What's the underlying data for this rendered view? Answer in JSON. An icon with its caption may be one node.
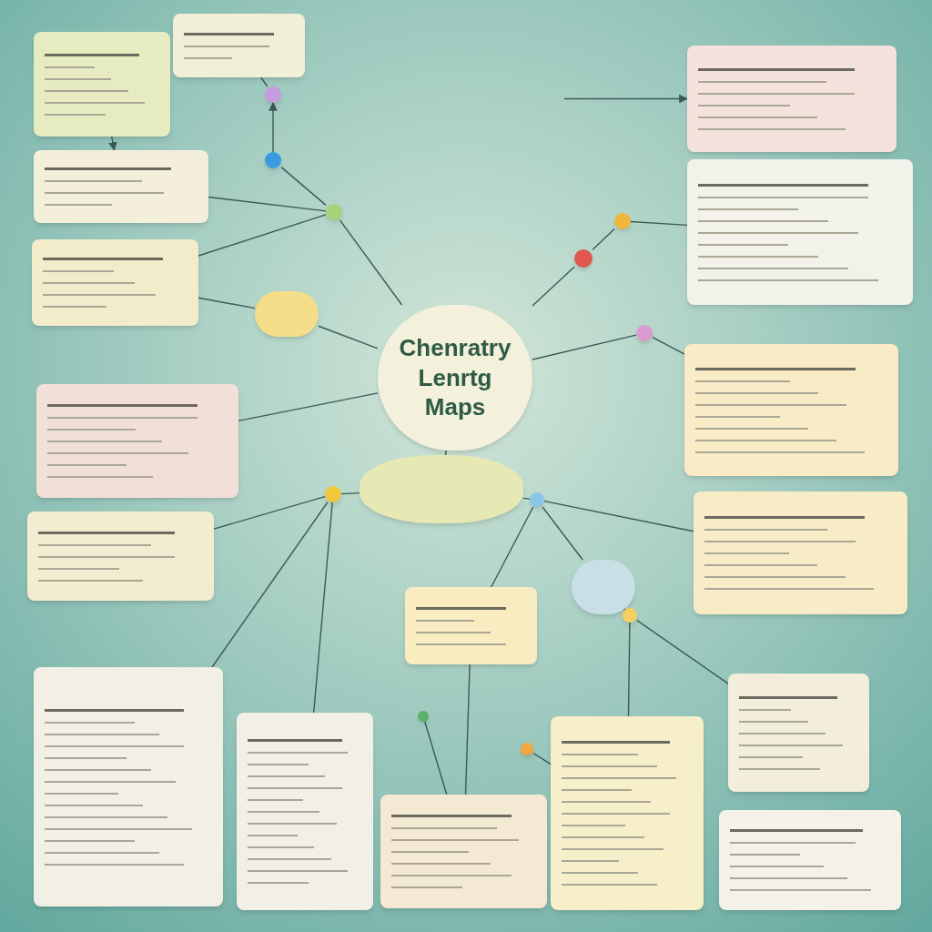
{
  "diagram": {
    "nodes": [
      {
        "text": [
          "Chenratry Lenrtg Maps"
        ]
      },
      {
        "text": [],
        "shape": "box"
      },
      {
        "text": [],
        "shape": "box"
      },
      {
        "text": [],
        "shape": "box"
      },
      {
        "text": [],
        "shape": "box"
      },
      {
        "text": [],
        "shape": "box"
      },
      {
        "text": [],
        "shape": "box"
      },
      {
        "text": [],
        "shape": "box"
      },
      {
        "text": [],
        "shape": "box"
      },
      {
        "text": [],
        "shape": "box"
      },
      {
        "text": [],
        "shape": "box"
      },
      {
        "text": [],
        "shape": "box"
      },
      {
        "text": [],
        "shape": "box"
      },
      {
        "text": [],
        "shape": "box"
      },
      {
        "text": [],
        "shape": "box"
      },
      {
        "text": [],
        "shape": "box"
      },
      {
        "text": [],
        "shape": "box"
      },
      {
        "text": [],
        "shape": "box"
      },
      {
        "text": [],
        "shape": "cloud"
      },
      {
        "text": [],
        "shape": "circle"
      },
      {
        "text": [],
        "shape": "circle"
      },
      {
        "text": [],
        "shape": "circle"
      },
      {
        "text": [],
        "shape": "circle"
      },
      {
        "text": [],
        "shape": "circle"
      },
      {
        "text": [],
        "shape": "circle"
      },
      {
        "text": [],
        "shape": "circle"
      },
      {
        "text": [],
        "shape": "circle"
      },
      {
        "text": [],
        "shape": "circle"
      },
      {
        "text": [],
        "shape": "circle"
      },
      {
        "text": [],
        "shape": "circle"
      },
      {
        "text": [],
        "shape": "circle"
      },
      {
        "text": [],
        "shape": "circle"
      }
    ],
    "edges": [
      {
        "from": 0,
        "to": 23,
        "arrow": "none"
      },
      {
        "from": 23,
        "to": 22,
        "arrow": "none"
      },
      {
        "from": 22,
        "to": 21,
        "arrow": "to"
      },
      {
        "from": 21,
        "to": 2,
        "arrow": "none"
      },
      {
        "from": 23,
        "to": 3,
        "arrow": "none"
      },
      {
        "from": 23,
        "to": 4,
        "arrow": "none"
      },
      {
        "from": 0,
        "to": 20,
        "arrow": "none"
      },
      {
        "from": 20,
        "to": 4,
        "arrow": "none"
      },
      {
        "from": 0,
        "to": 5,
        "arrow": "none"
      },
      {
        "from": 0,
        "to": 25,
        "arrow": "none"
      },
      {
        "from": 25,
        "to": 24,
        "arrow": "none"
      },
      {
        "from": 24,
        "to": 15,
        "arrow": "none"
      },
      {
        "from": 0,
        "to": 26,
        "arrow": "none"
      },
      {
        "from": 26,
        "to": 14,
        "arrow": "none"
      },
      {
        "from": 0,
        "to": 18,
        "arrow": "none"
      },
      {
        "from": 18,
        "to": 27,
        "arrow": "none"
      },
      {
        "from": 27,
        "to": 6,
        "arrow": "none"
      },
      {
        "from": 27,
        "to": 7,
        "arrow": "none"
      },
      {
        "from": 27,
        "to": 8,
        "arrow": "none"
      },
      {
        "from": 18,
        "to": 28,
        "arrow": "none"
      },
      {
        "from": 28,
        "to": 13,
        "arrow": "none"
      },
      {
        "from": 28,
        "to": 19,
        "arrow": "none"
      },
      {
        "from": 19,
        "to": 29,
        "arrow": "none"
      },
      {
        "from": 29,
        "to": 10,
        "arrow": "none"
      },
      {
        "from": 29,
        "to": 11,
        "arrow": "none"
      },
      {
        "from": 28,
        "to": 17,
        "arrow": "none"
      },
      {
        "from": 17,
        "to": 9,
        "arrow": "none"
      },
      {
        "from": 30,
        "to": 10,
        "arrow": "none"
      },
      {
        "from": 31,
        "to": 9,
        "arrow": "none"
      },
      {
        "from": 1,
        "to": 3,
        "arrow": "to"
      },
      {
        "from": null,
        "to": 16,
        "arrow": "to"
      }
    ]
  }
}
